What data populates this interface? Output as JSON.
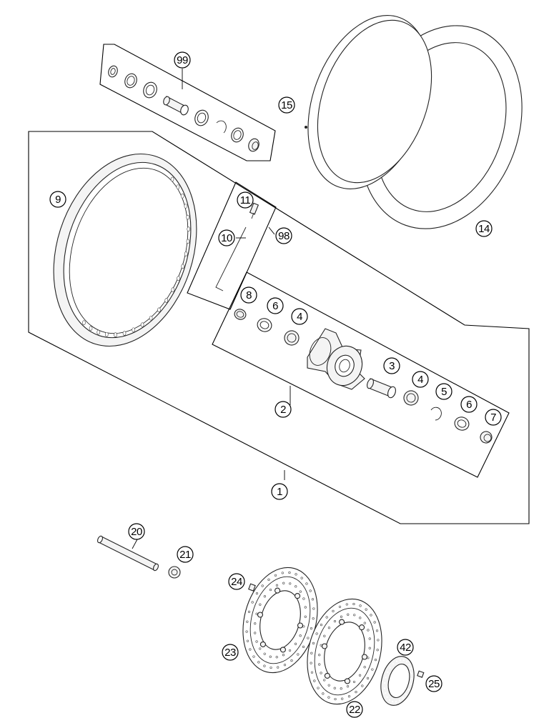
{
  "callouts": [
    {
      "id": "c99",
      "label": "99"
    },
    {
      "id": "c15",
      "label": "15"
    },
    {
      "id": "c14",
      "label": "14"
    },
    {
      "id": "c9",
      "label": "9"
    },
    {
      "id": "c11",
      "label": "11"
    },
    {
      "id": "c10",
      "label": "10"
    },
    {
      "id": "c98",
      "label": "98"
    },
    {
      "id": "c8",
      "label": "8"
    },
    {
      "id": "c6a",
      "label": "6"
    },
    {
      "id": "c4a",
      "label": "4"
    },
    {
      "id": "c3",
      "label": "3"
    },
    {
      "id": "c4b",
      "label": "4"
    },
    {
      "id": "c5",
      "label": "5"
    },
    {
      "id": "c6b",
      "label": "6"
    },
    {
      "id": "c7",
      "label": "7"
    },
    {
      "id": "c2",
      "label": "2"
    },
    {
      "id": "c1",
      "label": "1"
    },
    {
      "id": "c20",
      "label": "20"
    },
    {
      "id": "c21",
      "label": "21"
    },
    {
      "id": "c24",
      "label": "24"
    },
    {
      "id": "c23",
      "label": "23"
    },
    {
      "id": "c42",
      "label": "42"
    },
    {
      "id": "c25",
      "label": "25"
    },
    {
      "id": "c22",
      "label": "22"
    }
  ],
  "colors": {
    "line": "#000000",
    "background": "#ffffff",
    "part_fill": "#f4f4f4"
  }
}
